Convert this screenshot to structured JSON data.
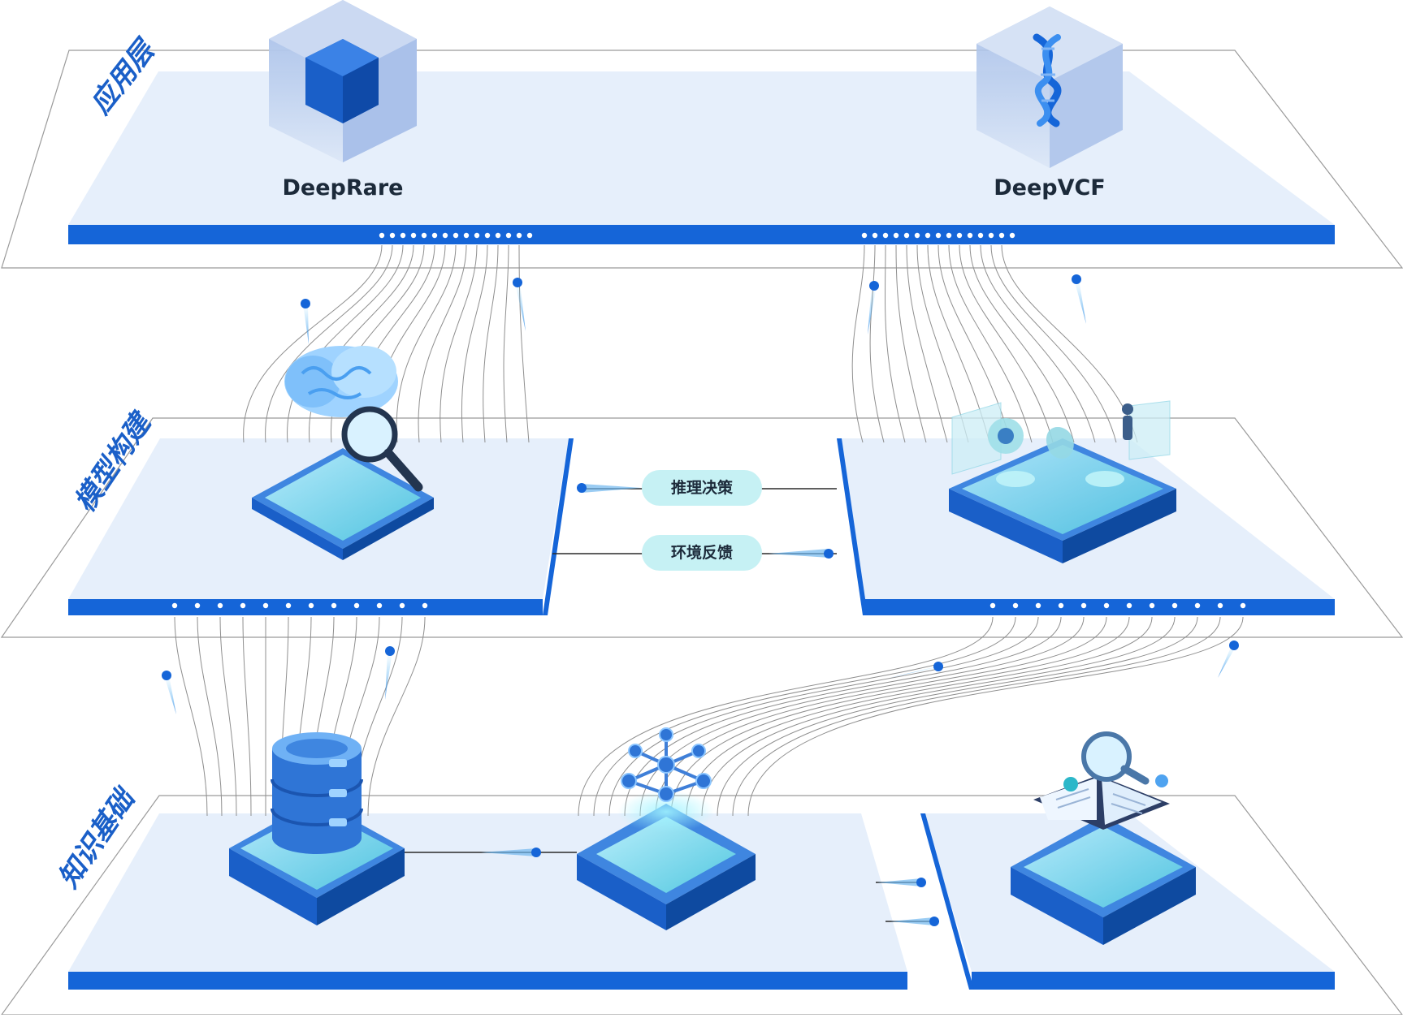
{
  "layers": {
    "application": "应用层",
    "model": "模型构建",
    "knowledge": "知识基础"
  },
  "apps": {
    "left": "DeepRare",
    "right": "DeepVCF"
  },
  "links": {
    "top": "推理决策",
    "bottom": "环境反馈"
  },
  "icons": {
    "application_left": "cube-icon",
    "application_right": "dna-cube-icon",
    "model_left": "brain-search-icon",
    "model_right": "medical-hologram-icon",
    "knowledge_left": "database-icon",
    "knowledge_middle": "knowledge-graph-icon",
    "knowledge_right": "medical-book-icon"
  },
  "colors": {
    "accent": "#1565d8",
    "panel": "#e6effb",
    "pill": "#c6f1f4",
    "teal": "#5ad3de",
    "outline": "#9a9a9a"
  }
}
